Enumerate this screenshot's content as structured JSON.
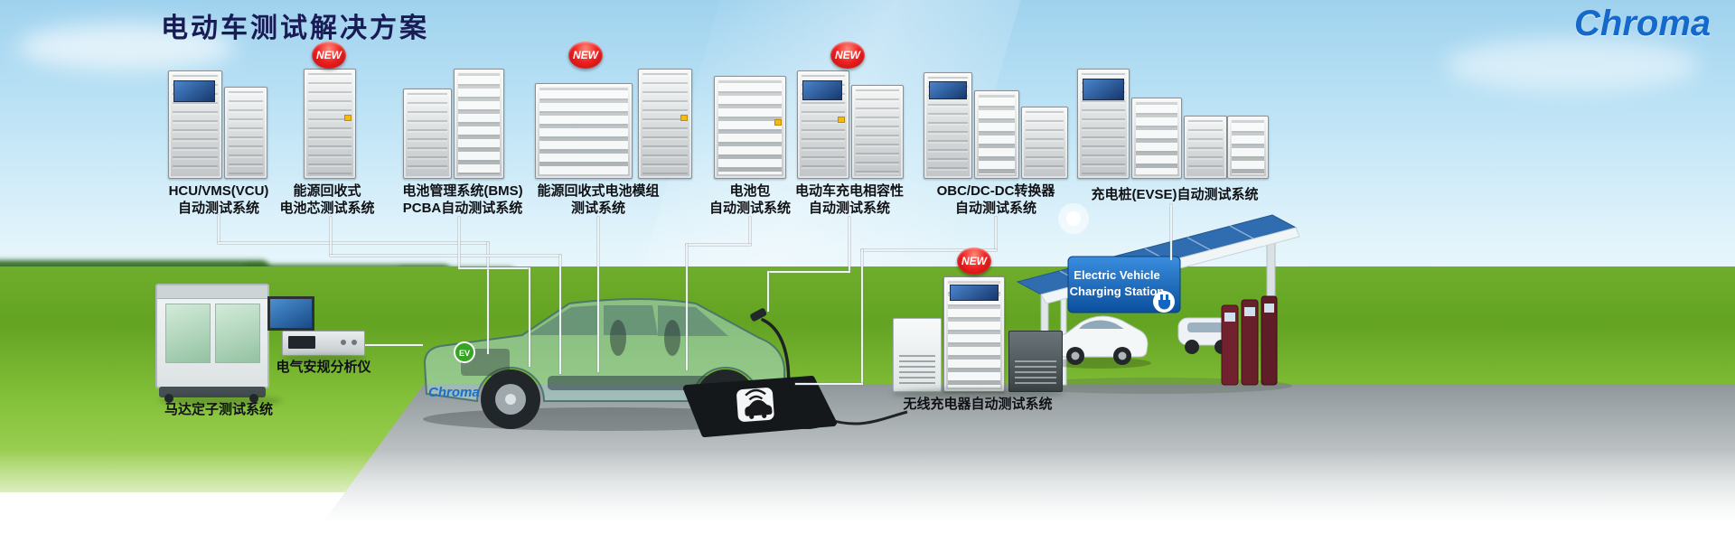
{
  "page": {
    "title": "电动车测试解决方案",
    "brand": "Chroma"
  },
  "badge": {
    "new": "NEW"
  },
  "products": [
    {
      "name": "hcu-vms-vcu",
      "lines": [
        "HCU/VMS(VCU)",
        "自动测试系统"
      ],
      "new": false
    },
    {
      "name": "regenerative-battery-cell",
      "lines": [
        "能源回收式",
        "电池芯测试系统"
      ],
      "new": true
    },
    {
      "name": "bms-pcba",
      "lines": [
        "电池管理系统(BMS)",
        "PCBA自动测试系统"
      ],
      "new": false
    },
    {
      "name": "regenerative-battery-module",
      "lines": [
        "能源回收式电池模组",
        "测试系统"
      ],
      "new": true
    },
    {
      "name": "battery-pack",
      "lines": [
        "电池包",
        "自动测试系统"
      ],
      "new": false
    },
    {
      "name": "ev-charging-compatibility",
      "lines": [
        "电动车充电相容性",
        "自动测试系统"
      ],
      "new": true
    },
    {
      "name": "obc-dcdc-converter",
      "lines": [
        "OBC/DC-DC转换器",
        "自动测试系统"
      ],
      "new": false
    },
    {
      "name": "evse",
      "lines": [
        "充电桩(EVSE)自动测试系统"
      ],
      "new": false
    }
  ],
  "ground_items": [
    {
      "name": "motor-stator-tester",
      "label": "马达定子测试系统"
    },
    {
      "name": "electrical-safety-analyzer",
      "label": "电气安规分析仪"
    },
    {
      "name": "wireless-charger-tester",
      "label": "无线充电器自动测试系统",
      "new": true
    }
  ],
  "station": {
    "sign_lines": [
      "Electric Vehicle",
      "Charging Station"
    ]
  },
  "car": {
    "brand_text": "Chroma",
    "ev_badge": "EV"
  }
}
